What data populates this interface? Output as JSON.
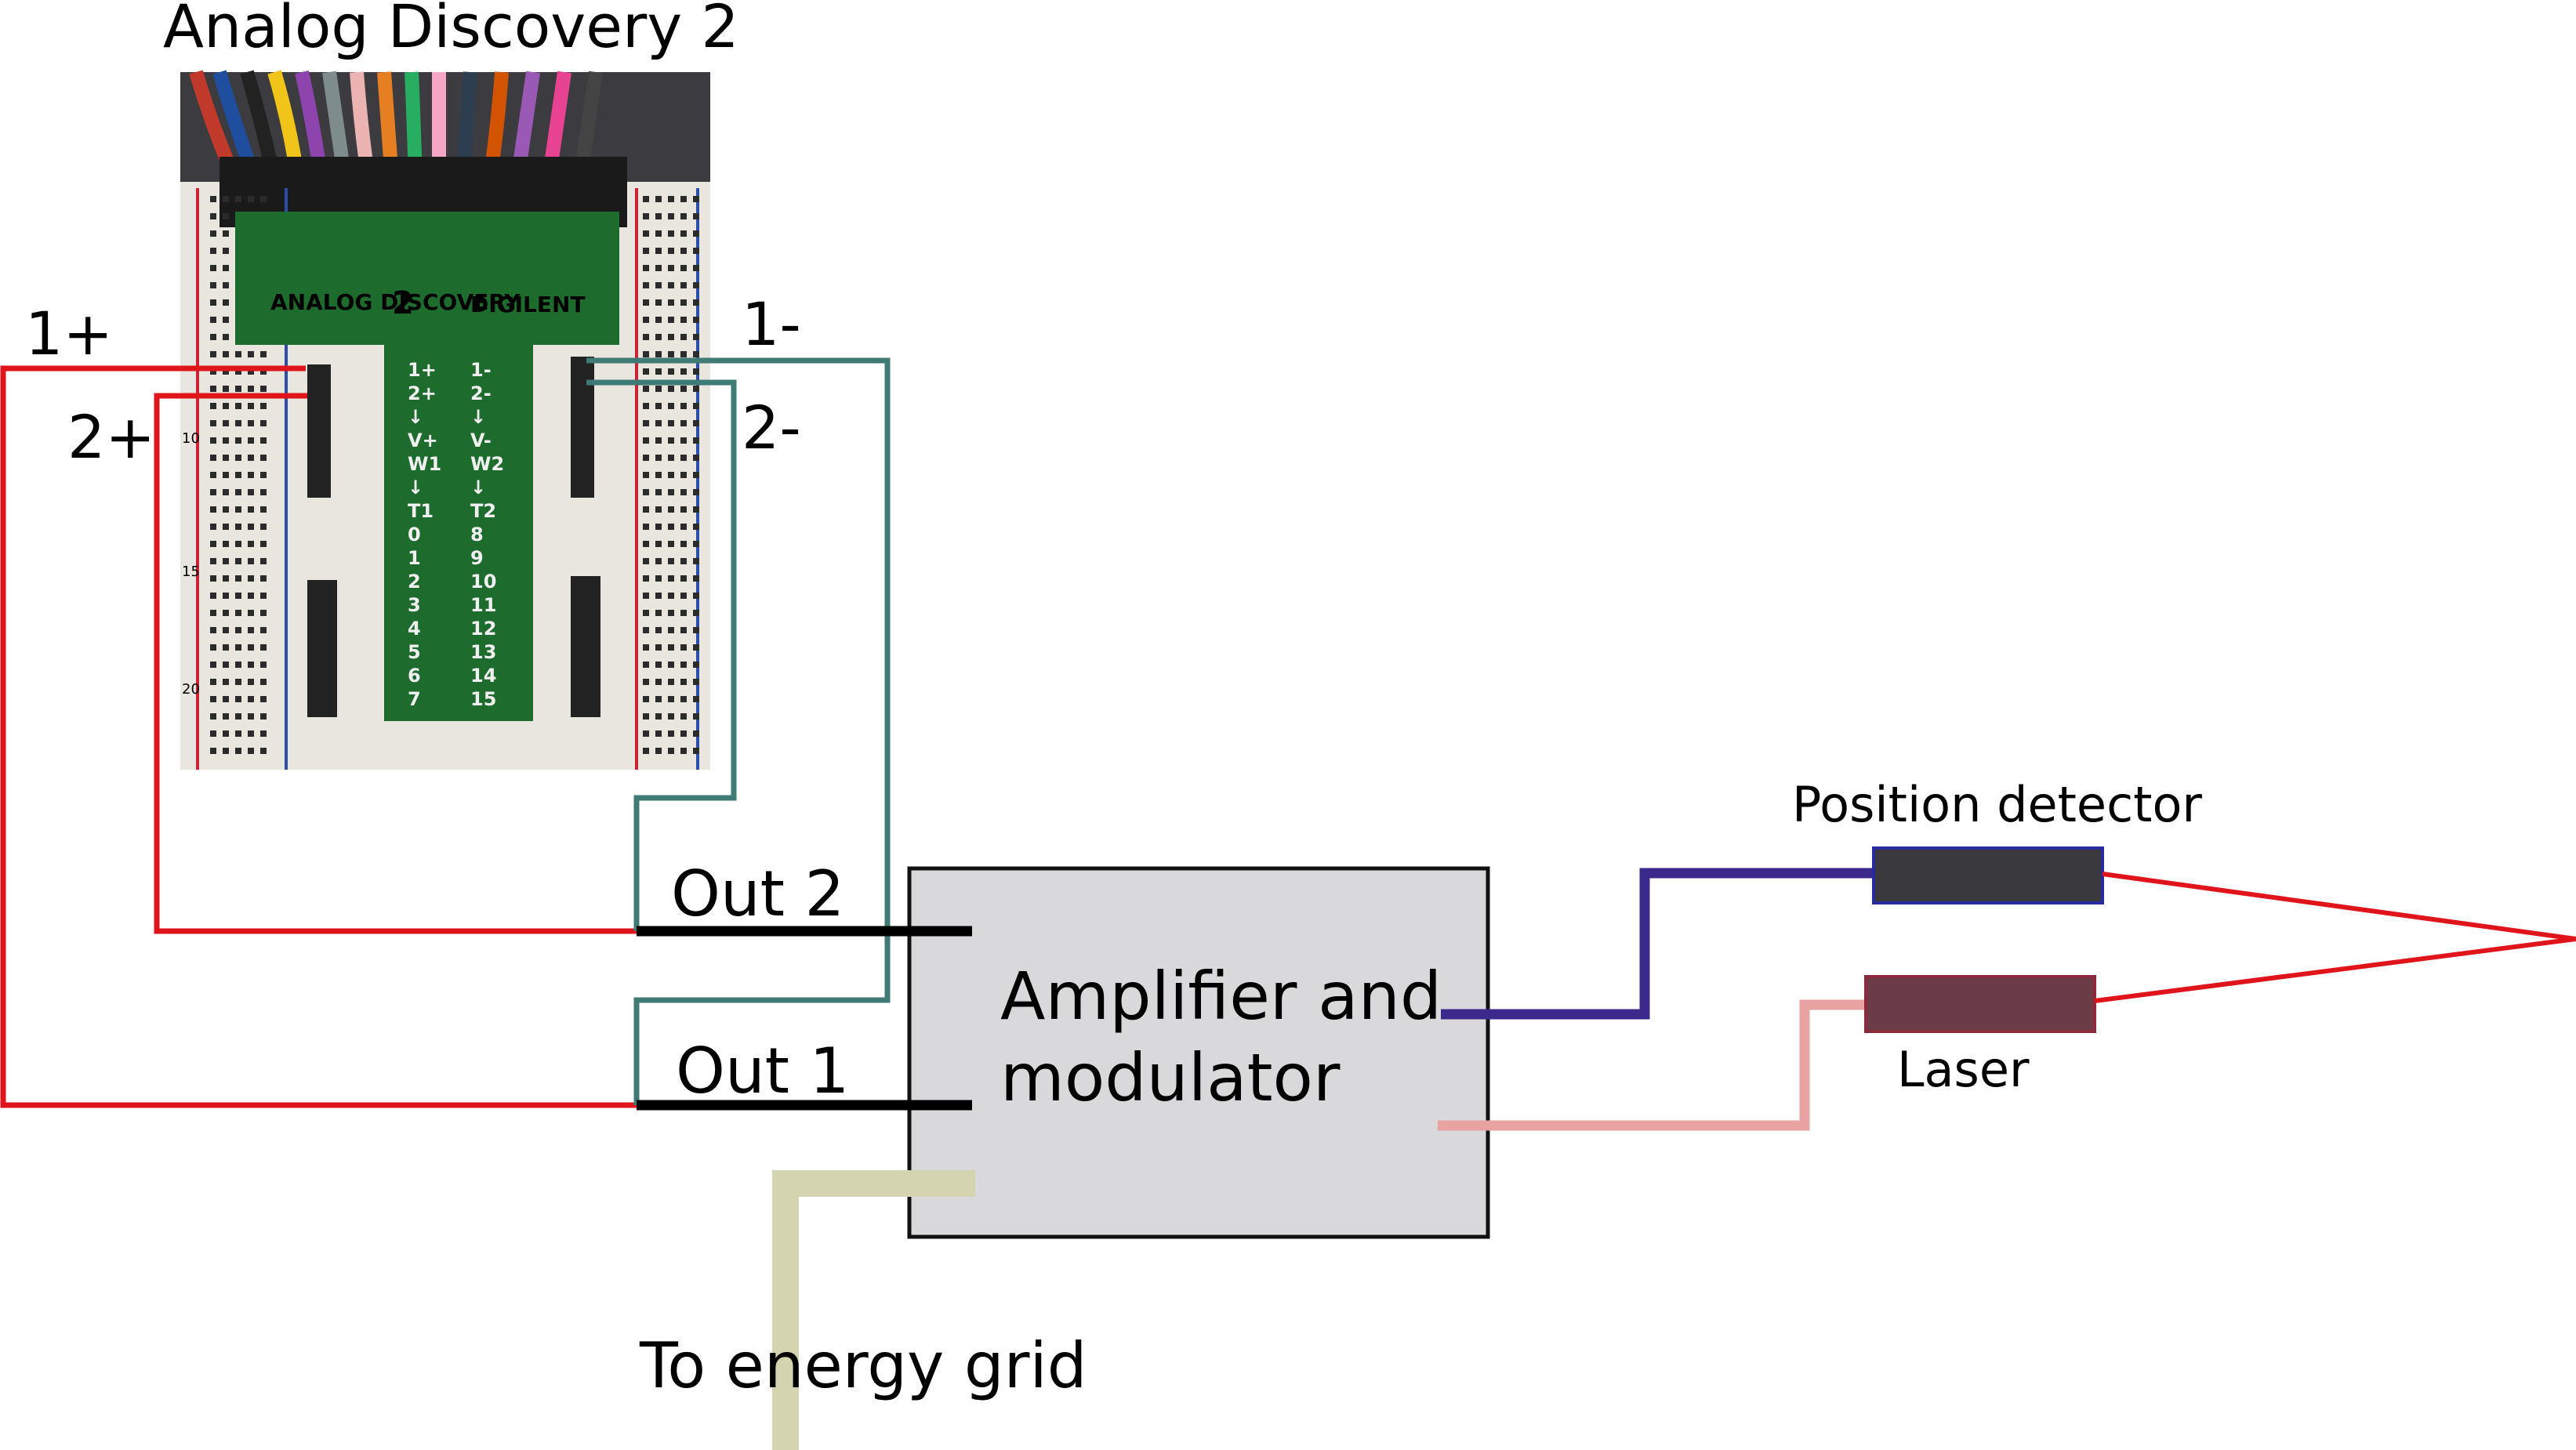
{
  "title": "Analog Discovery 2",
  "photo": {
    "board_brand": "ANALOG DISCOVERY",
    "board_brand_num": "2",
    "vendor": "DIGILENT",
    "left_pins": [
      "1+",
      "2+",
      "↓",
      "V+",
      "W1",
      "↓",
      "T1",
      "0",
      "1",
      "2",
      "3",
      "4",
      "5",
      "6",
      "7"
    ],
    "right_pins": [
      "1-",
      "2-",
      "↓",
      "V-",
      "W2",
      "↓",
      "T2",
      "8",
      "9",
      "10",
      "11",
      "12",
      "13",
      "14",
      "15"
    ],
    "row_numbers": [
      "10",
      "15",
      "20"
    ]
  },
  "labels": {
    "ch1_plus": "1+",
    "ch2_plus": "2+",
    "ch1_minus": "1-",
    "ch2_minus": "2-",
    "out2": "Out 2",
    "out1": "Out 1",
    "box_line1": "Amplifier and",
    "box_line2": "modulator",
    "position_detector": "Position detector",
    "laser": "Laser",
    "energy_grid": "To energy grid"
  },
  "colors": {
    "plus_wire": "#e0151b",
    "minus_wire": "#3f7a74",
    "detector_wire": "#3b2a8c",
    "laser_wire": "#e8a2a2",
    "grid_wire": "#d4d4b0",
    "box_fill": "#d9d9db",
    "detector_fill": "#3a3a3e",
    "laser_fill": "#6b3b47",
    "board_green": "#1e6b2e"
  }
}
